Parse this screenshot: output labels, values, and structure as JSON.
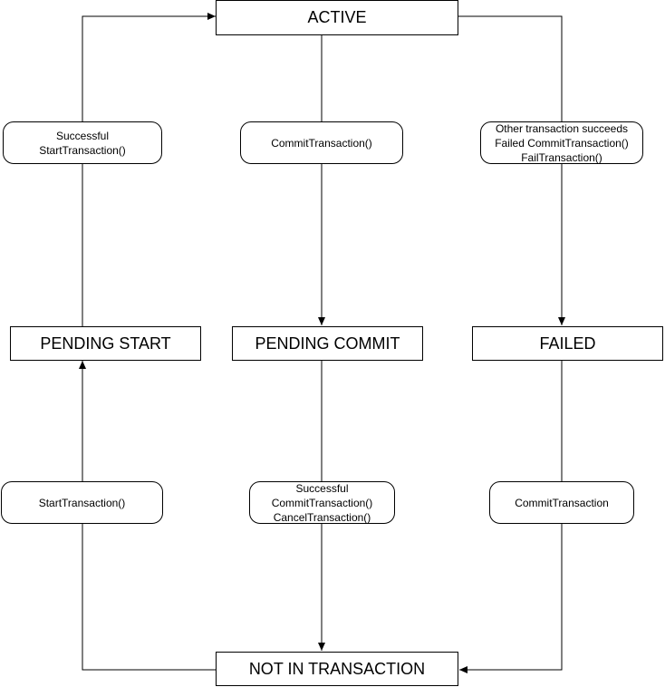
{
  "diagram": {
    "line_color": "#000000",
    "background_color": "#ffffff",
    "states": {
      "active": "ACTIVE",
      "pending_start": "PENDING START",
      "pending_commit": "PENDING COMMIT",
      "failed": "FAILED",
      "not_in_transaction": "NOT IN TRANSACTION"
    },
    "transitions": {
      "successful_start": [
        "Successful",
        "StartTransaction()"
      ],
      "commit_transaction": [
        "CommitTransaction()"
      ],
      "fail_events": [
        "Other transaction succeeds",
        "Failed CommitTransaction()",
        "FailTransaction()"
      ],
      "start_transaction": [
        "StartTransaction()"
      ],
      "commit_or_cancel": [
        "Successful",
        "CommitTransaction()",
        "CancelTransaction()"
      ],
      "failed_commit": [
        "CommitTransaction"
      ]
    }
  }
}
